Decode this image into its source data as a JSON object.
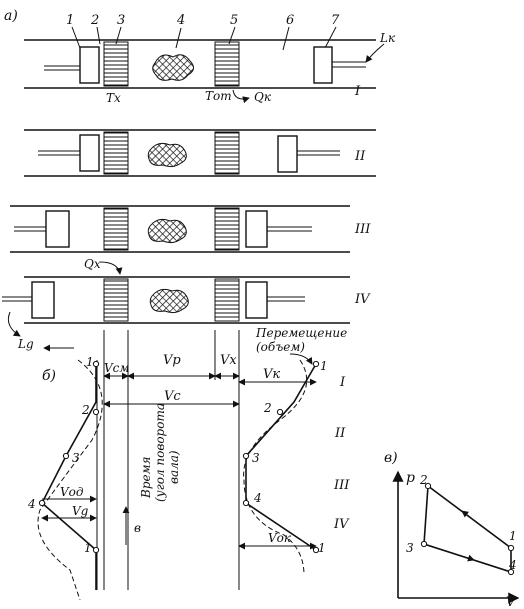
{
  "panel_labels": {
    "a": "а)",
    "b": "б)",
    "c": "в)"
  },
  "part_numbers": [
    "1",
    "2",
    "3",
    "4",
    "5",
    "6",
    "7"
  ],
  "labels": {
    "Tx": "Tx",
    "Tot": "Tот",
    "Qk": "Qк",
    "Qx": "Qх",
    "Lk": "Lк",
    "Lg": "Lg",
    "Vcm": "Vсм",
    "Vp": "Vр",
    "Vx": "Vх",
    "Vk": "Vк",
    "Vc": "Vс",
    "Vod": "Vод",
    "Vg": "Vg",
    "Vok": "Vок",
    "delta": "в",
    "displacement": "Перемещение",
    "volume": "(объем)",
    "time_line1": "Время",
    "time_line2": "(угол поворота",
    "time_line3": "вала)",
    "p_axis": "p",
    "v_axis": "V"
  },
  "stages": [
    "I",
    "II",
    "III",
    "IV"
  ],
  "state_points": [
    "1",
    "2",
    "3",
    "4"
  ]
}
